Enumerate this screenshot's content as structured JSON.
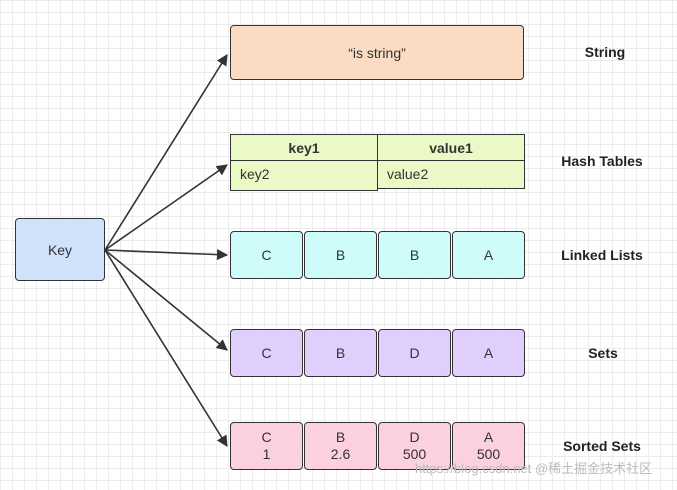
{
  "key": {
    "label": "Key"
  },
  "string": {
    "value": "“is string”",
    "type_label": "String"
  },
  "hash": {
    "type_label": "Hash Tables",
    "headers": [
      "key1",
      "value1"
    ],
    "values": [
      "key2",
      "value2"
    ]
  },
  "linked_list": {
    "type_label": "Linked Lists",
    "items": [
      "C",
      "B",
      "B",
      "A"
    ]
  },
  "sets": {
    "type_label": "Sets",
    "items": [
      "C",
      "B",
      "D",
      "A"
    ]
  },
  "sorted_sets": {
    "type_label": "Sorted Sets",
    "items": [
      {
        "member": "C",
        "score": "1"
      },
      {
        "member": "B",
        "score": "2.6"
      },
      {
        "member": "D",
        "score": "500"
      },
      {
        "member": "A",
        "score": "500"
      }
    ]
  },
  "watermark": "https://blog.csdn.net @稀土掘金技术社区",
  "colors": {
    "key_fill": "#cfe2fa",
    "string_fill": "#fbdcc2",
    "hash_fill": "#eaf9c5",
    "linked_list_fill": "#cdfcfb",
    "sets_fill": "#e0cefc",
    "sorted_sets_fill": "#fbd0e0",
    "stroke": "#333333"
  }
}
